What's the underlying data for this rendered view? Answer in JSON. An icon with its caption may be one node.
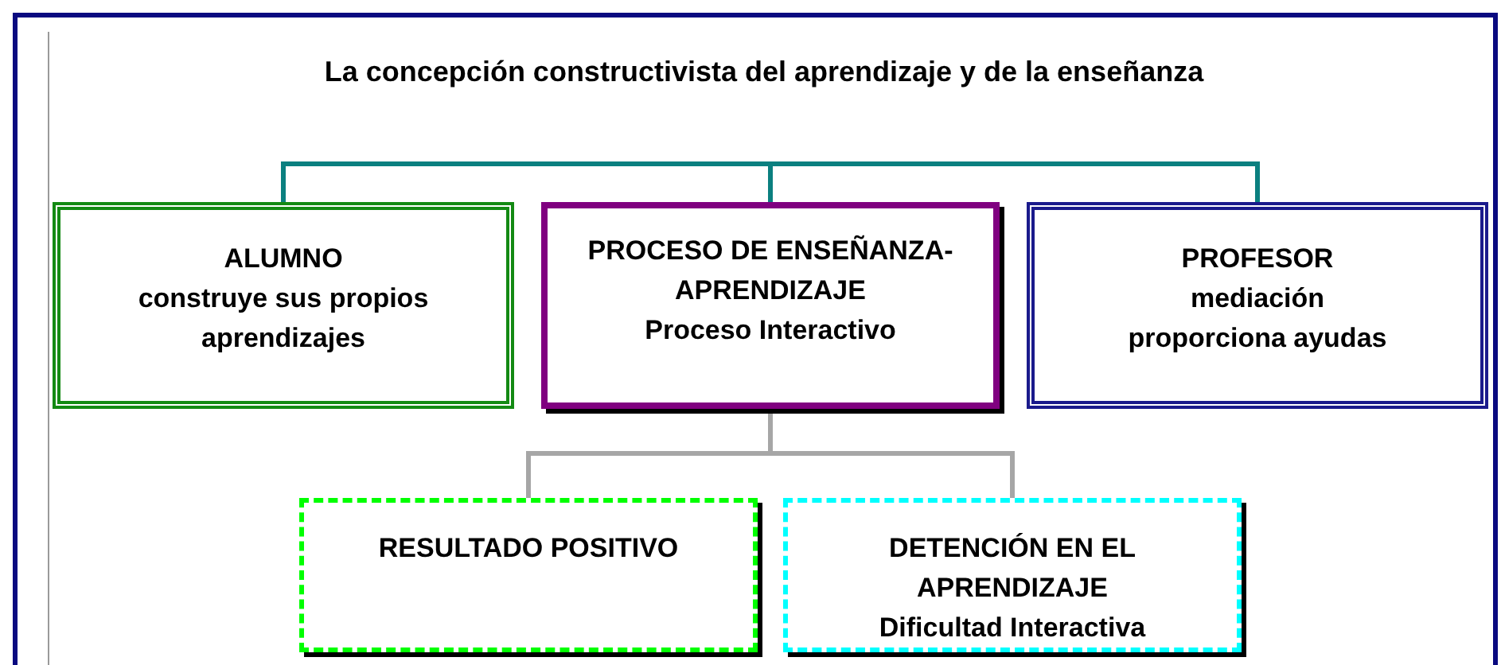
{
  "diagram": {
    "title": "La concepción constructivista del aprendizaje y de la enseñanza",
    "nodes": [
      {
        "text": [
          "ALUMNO",
          "construye sus propios aprendizajes"
        ]
      },
      {
        "text": [
          "PROCESO DE ENSEÑANZA-APRENDIZAJE",
          "Proceso Interactivo"
        ]
      },
      {
        "text": [
          "PROFESOR",
          "mediación",
          "proporciona ayudas"
        ]
      },
      {
        "text": [
          "RESULTADO POSITIVO"
        ]
      },
      {
        "text": [
          "DETENCIÓN EN EL APRENDIZAJE",
          "Dificultad Interactiva"
        ]
      }
    ],
    "edges": [
      {
        "from": null,
        "to": 0,
        "arrow": "none"
      },
      {
        "from": null,
        "to": 1,
        "arrow": "none"
      },
      {
        "from": null,
        "to": 2,
        "arrow": "none"
      },
      {
        "from": 1,
        "to": 3,
        "arrow": "none",
        "color": "#a6a6a6"
      },
      {
        "from": 1,
        "to": 4,
        "arrow": "none",
        "color": "#a6a6a6"
      }
    ]
  }
}
